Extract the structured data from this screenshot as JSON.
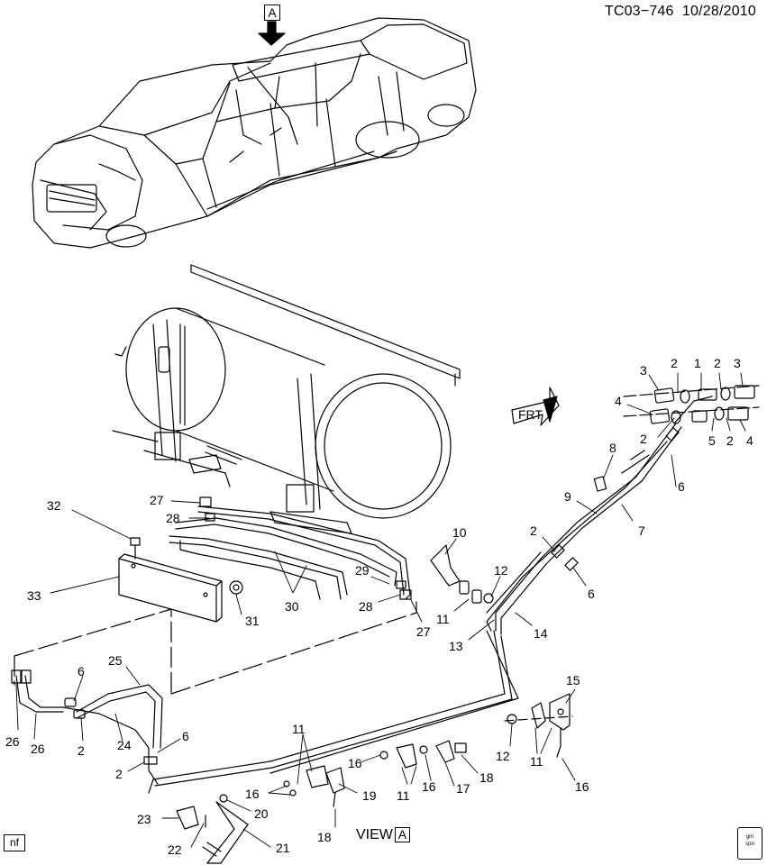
{
  "header": {
    "code": "TC03−746",
    "date": "10/28/2010"
  },
  "view_marker": "A",
  "view_label": "VIEW",
  "nf_label": "nf",
  "frt_label": "FRT",
  "logo_text": "gm spo",
  "callouts": [
    {
      "id": "c1",
      "text": "1"
    },
    {
      "id": "c2a",
      "text": "2"
    },
    {
      "id": "c2b",
      "text": "2"
    },
    {
      "id": "c3a",
      "text": "3"
    },
    {
      "id": "c3b",
      "text": "3"
    },
    {
      "id": "c4a",
      "text": "4"
    },
    {
      "id": "c2c",
      "text": "2"
    },
    {
      "id": "c5",
      "text": "5"
    },
    {
      "id": "c2d",
      "text": "2"
    },
    {
      "id": "c4b",
      "text": "4"
    },
    {
      "id": "c8",
      "text": "8"
    },
    {
      "id": "c6a",
      "text": "6"
    },
    {
      "id": "c9",
      "text": "9"
    },
    {
      "id": "c7",
      "text": "7"
    },
    {
      "id": "c2e",
      "text": "2"
    },
    {
      "id": "c6b",
      "text": "6"
    },
    {
      "id": "c10",
      "text": "10"
    },
    {
      "id": "c12a",
      "text": "12"
    },
    {
      "id": "c11a",
      "text": "11"
    },
    {
      "id": "c13",
      "text": "13"
    },
    {
      "id": "c14",
      "text": "14"
    },
    {
      "id": "c27a",
      "text": "27"
    },
    {
      "id": "c28a",
      "text": "28"
    },
    {
      "id": "c29",
      "text": "29"
    },
    {
      "id": "c28b",
      "text": "28"
    },
    {
      "id": "c27b",
      "text": "27"
    },
    {
      "id": "c32",
      "text": "32"
    },
    {
      "id": "c33",
      "text": "33"
    },
    {
      "id": "c30",
      "text": "30"
    },
    {
      "id": "c31",
      "text": "31"
    },
    {
      "id": "c25",
      "text": "25"
    },
    {
      "id": "c6c",
      "text": "6"
    },
    {
      "id": "c26a",
      "text": "26"
    },
    {
      "id": "c26b",
      "text": "26"
    },
    {
      "id": "c2f",
      "text": "2"
    },
    {
      "id": "c24",
      "text": "24"
    },
    {
      "id": "c6d",
      "text": "6"
    },
    {
      "id": "c2g",
      "text": "2"
    },
    {
      "id": "c15",
      "text": "15"
    },
    {
      "id": "c12b",
      "text": "12"
    },
    {
      "id": "c11b",
      "text": "11"
    },
    {
      "id": "c16a",
      "text": "16"
    },
    {
      "id": "c11c",
      "text": "11"
    },
    {
      "id": "c16b",
      "text": "16"
    },
    {
      "id": "c11d",
      "text": "11"
    },
    {
      "id": "c16c",
      "text": "16"
    },
    {
      "id": "c17",
      "text": "17"
    },
    {
      "id": "c18a",
      "text": "18"
    },
    {
      "id": "c19",
      "text": "19"
    },
    {
      "id": "c18b",
      "text": "18"
    },
    {
      "id": "c16d",
      "text": "16"
    },
    {
      "id": "c20",
      "text": "20"
    },
    {
      "id": "c23",
      "text": "23"
    },
    {
      "id": "c22",
      "text": "22"
    },
    {
      "id": "c21",
      "text": "21"
    }
  ]
}
